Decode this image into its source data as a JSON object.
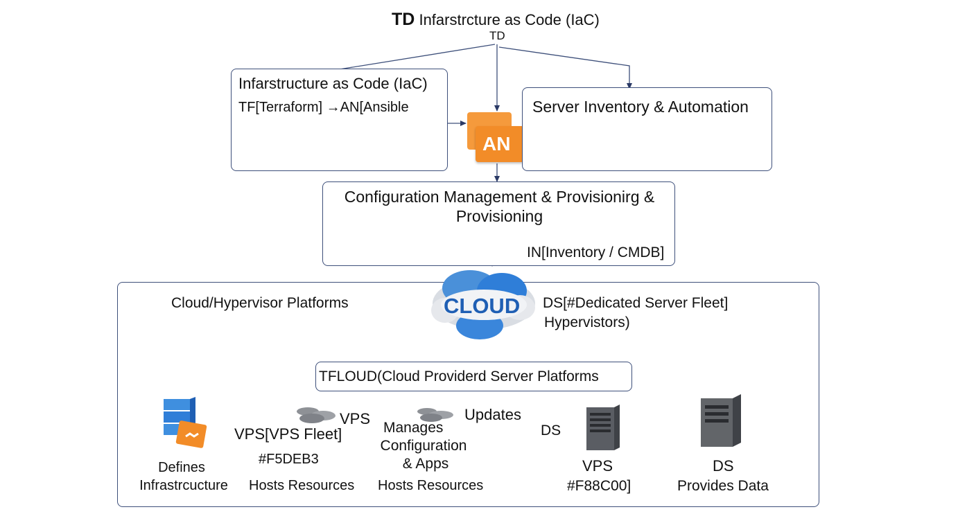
{
  "header": {
    "title_prefix": "TD",
    "title": "Infarstrcture as Code (IaC)",
    "sub": "TD"
  },
  "iac_box": {
    "title": "Infarstructure as Code (IaC)",
    "line": "TF[Terraform] →AN[Ansible"
  },
  "an_icon": {
    "label": "AN",
    "color": "#F28C28"
  },
  "server_box": {
    "title": "Server Inventory & Automation"
  },
  "config_box": {
    "title_line1": "Configuration Management & Provisionirg &",
    "title_line2": "Provisioning",
    "inventory": "IN[Inventory / CMDB]"
  },
  "platform": {
    "title": "Cloud/Hypervisor Platforms",
    "cloud_label": "CLOUD",
    "ds_line1": "DS[#Dedicated Server Fleet]",
    "ds_line2": "Hypervistors)",
    "tfloud": "TFLOUD(Cloud Providerd Server Platforms"
  },
  "nodes": {
    "n1": {
      "line1": "Defines",
      "line2": "Infrastrcucture"
    },
    "n2": {
      "vps": "VPS",
      "fleet": "VPS[VPS Fleet]",
      "color": "#F5DEB3",
      "hosts": "Hosts Resources"
    },
    "n3": {
      "manages": "Manages",
      "updates": "Updates",
      "config": "Configuration",
      "apps": "& Apps",
      "hosts": "Hosts Resources"
    },
    "n4": {
      "ds": "DS",
      "vps": "VPS",
      "color": "#F88C00]"
    },
    "n5": {
      "ds": "DS",
      "provides": "Provides Data"
    }
  },
  "colors": {
    "line": "#3d4f7a",
    "orange": "#F28C28",
    "cloud_blue": "#1f5fb4",
    "server_gray": "#555555"
  }
}
